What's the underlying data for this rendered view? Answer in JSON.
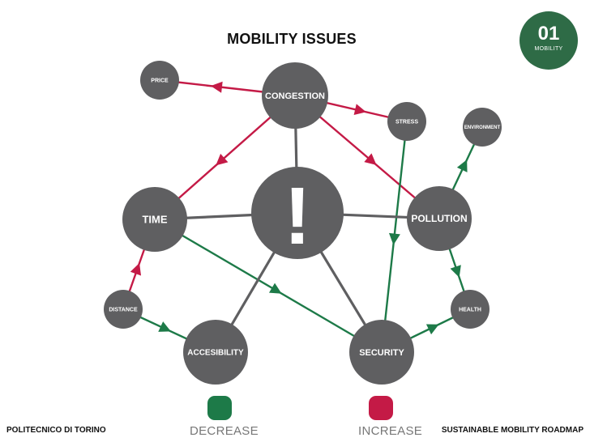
{
  "title": "MOBILITY ISSUES",
  "badge": {
    "number": "01",
    "label": "MOBILITY",
    "color": "#2e6b46"
  },
  "footer": {
    "left": "POLITECNICO DI TORINO",
    "right": "SUSTAINABLE MOBILITY ROADMAP"
  },
  "colors": {
    "node": "#5f5f61",
    "neutral_link": "#5f5f61",
    "increase": "#c41a46",
    "decrease": "#1d7a48"
  },
  "legend": [
    {
      "label": "DECREASE",
      "color": "#1d7a48"
    },
    {
      "label": "INCREASE",
      "color": "#c41a46"
    }
  ],
  "center_symbol": "!",
  "nodes": [
    {
      "id": "price",
      "label": "PRICE"
    },
    {
      "id": "congestion",
      "label": "CONGESTION"
    },
    {
      "id": "stress",
      "label": "STRESS"
    },
    {
      "id": "environment",
      "label": "ENVIRONMENT"
    },
    {
      "id": "time",
      "label": "TIME"
    },
    {
      "id": "pollution",
      "label": "POLLUTION"
    },
    {
      "id": "distance",
      "label": "DISTANCE"
    },
    {
      "id": "health",
      "label": "HEALTH"
    },
    {
      "id": "accesibility",
      "label": "ACCESIBILITY"
    },
    {
      "id": "security",
      "label": "SECURITY"
    }
  ],
  "links": [
    {
      "from": "congestion",
      "to": "price",
      "effect": "increase"
    },
    {
      "from": "congestion",
      "to": "stress",
      "effect": "increase"
    },
    {
      "from": "congestion",
      "to": "time",
      "effect": "increase"
    },
    {
      "from": "congestion",
      "to": "pollution",
      "effect": "increase"
    },
    {
      "from": "distance",
      "to": "time",
      "effect": "increase"
    },
    {
      "from": "pollution",
      "to": "environment",
      "effect": "decrease"
    },
    {
      "from": "pollution",
      "to": "health",
      "effect": "decrease"
    },
    {
      "from": "stress",
      "to": "security",
      "effect": "decrease"
    },
    {
      "from": "time",
      "to": "security",
      "effect": "decrease"
    },
    {
      "from": "distance",
      "to": "accesibility",
      "effect": "decrease"
    },
    {
      "from": "security",
      "to": "health",
      "effect": "decrease"
    },
    {
      "from": "center",
      "to": "congestion",
      "effect": "neutral"
    },
    {
      "from": "center",
      "to": "time",
      "effect": "neutral"
    },
    {
      "from": "center",
      "to": "pollution",
      "effect": "neutral"
    },
    {
      "from": "center",
      "to": "accesibility",
      "effect": "neutral"
    },
    {
      "from": "center",
      "to": "security",
      "effect": "neutral"
    }
  ]
}
